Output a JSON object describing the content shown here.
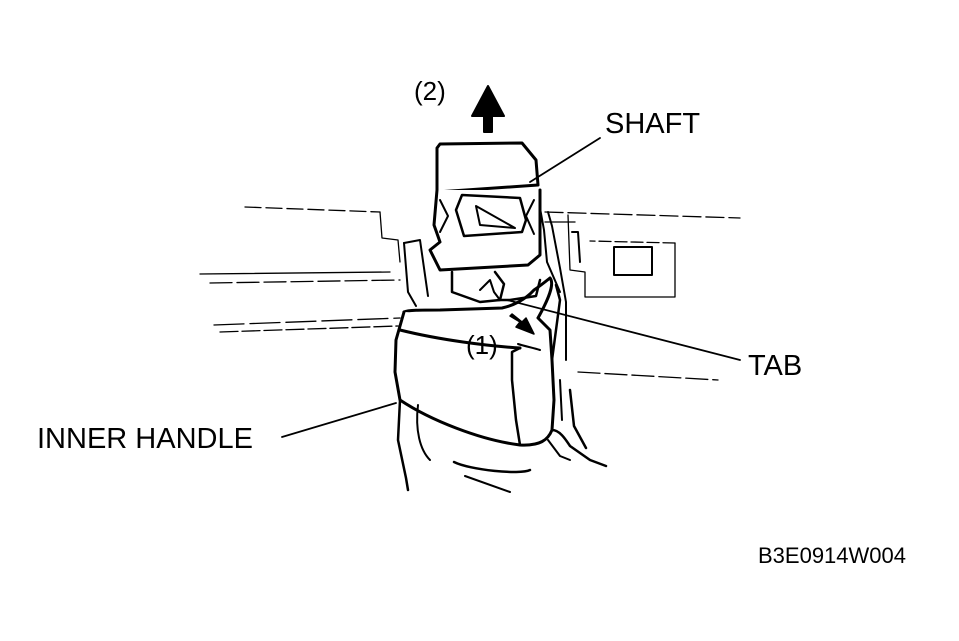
{
  "labels": {
    "shaft": "SHAFT",
    "tab": "TAB",
    "inner_handle": "INNER HANDLE",
    "step_1": "(1)",
    "step_2": "(2)"
  },
  "figure_code": "B3E0914W004",
  "colors": {
    "ink": "#000000",
    "paper": "#ffffff"
  }
}
